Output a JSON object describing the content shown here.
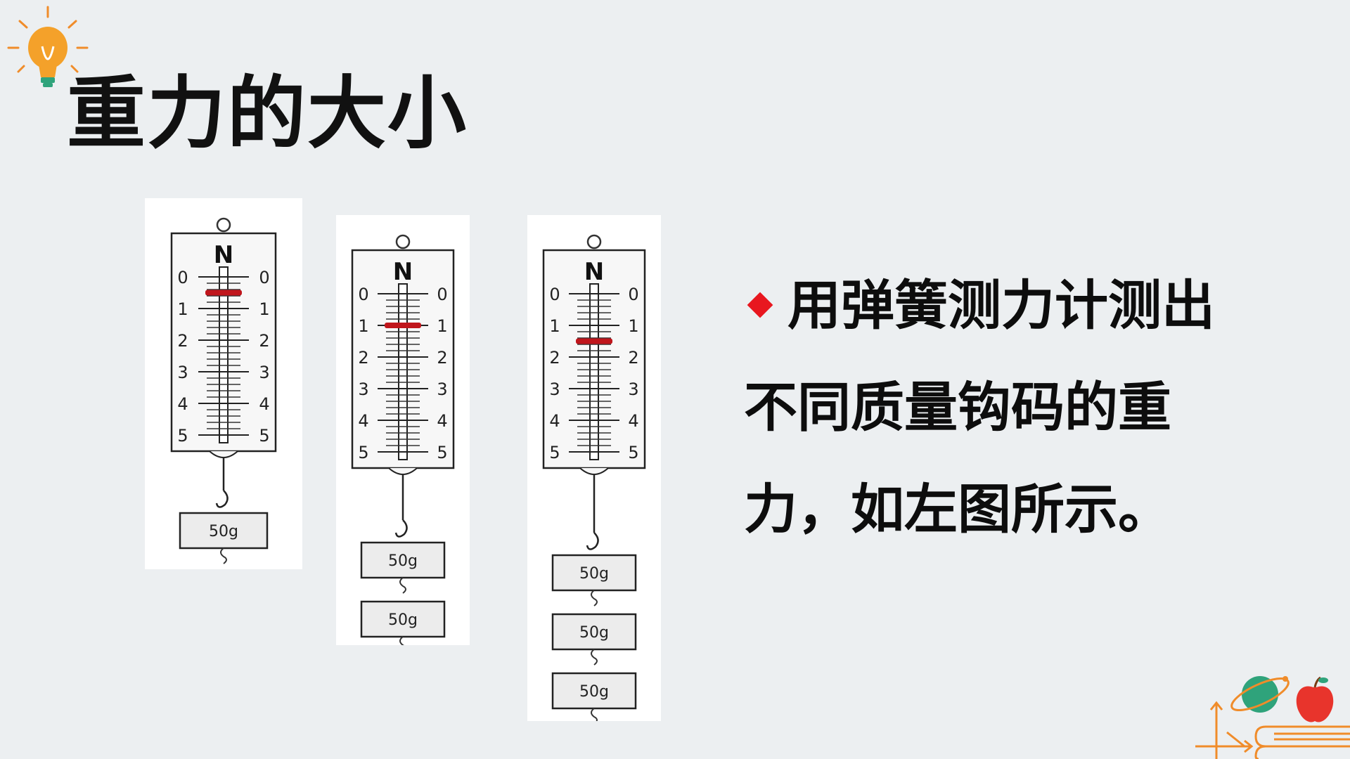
{
  "slide": {
    "title": "重力的大小",
    "body_text": "用弹簧测力计测出不同质量钩码的重力，如左图所示。"
  },
  "scale": {
    "unit_label": "N",
    "ticks": [
      "0",
      "1",
      "2",
      "3",
      "4",
      "5"
    ]
  },
  "figures": [
    {
      "weights": [
        "50g"
      ],
      "reading": 0.5
    },
    {
      "weights": [
        "50g",
        "50g"
      ],
      "reading": 1.0
    },
    {
      "weights": [
        "50g",
        "50g",
        "50g"
      ],
      "reading": 1.5
    }
  ],
  "colors": {
    "background": "#eceff1",
    "bullet": "#e8171f",
    "pointer": "#c0161c",
    "bulb": "#f4a12a",
    "accent_orange": "#f08c2a",
    "accent_green": "#2fa37b",
    "accent_red": "#e8342c"
  },
  "icons": [
    "lightbulb-icon",
    "diamond-bullet-icon",
    "planet-icon",
    "apple-icon",
    "axis-arrow-icon"
  ]
}
